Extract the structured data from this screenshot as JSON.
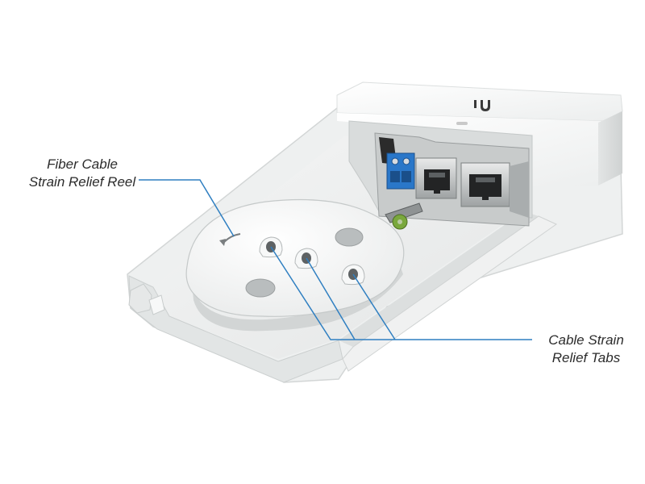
{
  "product": {
    "brand_mark": "U"
  },
  "callouts": {
    "reel": {
      "line1": "Fiber Cable",
      "line2": "Strain Relief Reel"
    },
    "tabs": {
      "line1": "Cable Strain",
      "line2": "Relief Tabs"
    }
  },
  "colors": {
    "leader_line": "#2f7fc1",
    "housing": "#f2f3f3",
    "terminal_block": "#2a77c9",
    "led": "#c9c9c9"
  },
  "icons": {
    "rotation_arrow": "curved-arrow-icon",
    "rj45_port": "ethernet-port-icon",
    "logo": "ubiquiti-u-logo-icon"
  }
}
